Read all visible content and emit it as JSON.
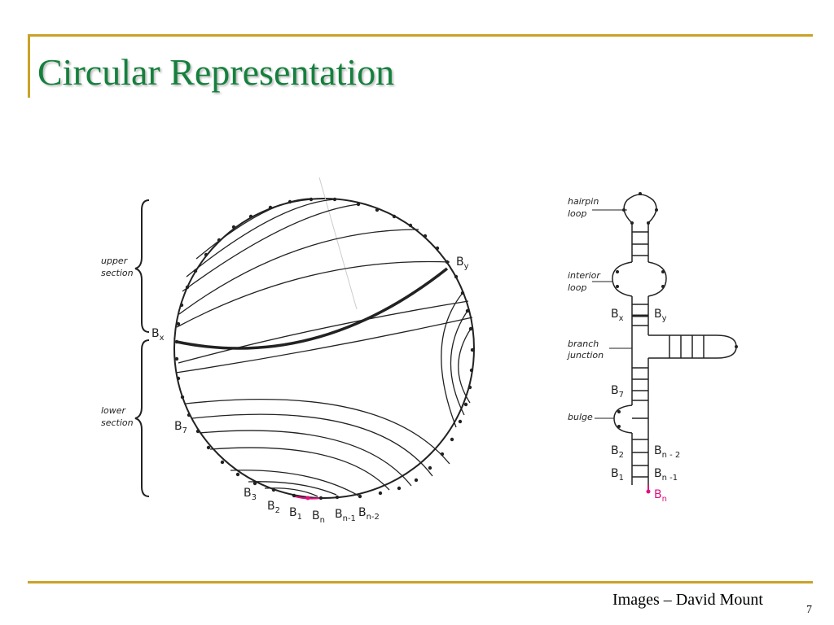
{
  "title": "Circular Representation",
  "credit": "Images – David Mount",
  "page_number": "7",
  "colors": {
    "title": "#15803d",
    "rule": "#c9a227",
    "highlight": "#e01080"
  },
  "circle_diagram": {
    "upper_section": [
      "upper",
      "section"
    ],
    "lower_section": [
      "lower",
      "section"
    ],
    "labels": {
      "by": "B",
      "by_sub": "y",
      "bx": "B",
      "bx_sub": "x",
      "b7": "B",
      "b7_sub": "7",
      "b3": "B",
      "b3_sub": "3",
      "b2": "B",
      "b2_sub": "2",
      "b1": "B",
      "b1_sub": "1",
      "bn": "B",
      "bn_sub": "n",
      "bn1": "B",
      "bn1_sub": "n-1",
      "bn2": "B",
      "bn2_sub": "n-2"
    }
  },
  "stem_diagram": {
    "hairpin_loop": [
      "hairpin",
      "loop"
    ],
    "interior_loop": [
      "interior",
      "loop"
    ],
    "branch_junction": [
      "branch",
      "junction"
    ],
    "bulge": "bulge",
    "labels": {
      "bx": "B",
      "bx_sub": "x",
      "by": "B",
      "by_sub": "y",
      "b7": "B",
      "b7_sub": "7",
      "b2": "B",
      "b2_sub": "2",
      "b1": "B",
      "b1_sub": "1",
      "bn2": "B",
      "bn2_sub": "n - 2",
      "bn1": "B",
      "bn1_sub": "n -1",
      "bn": "B",
      "bn_sub": "n"
    }
  }
}
